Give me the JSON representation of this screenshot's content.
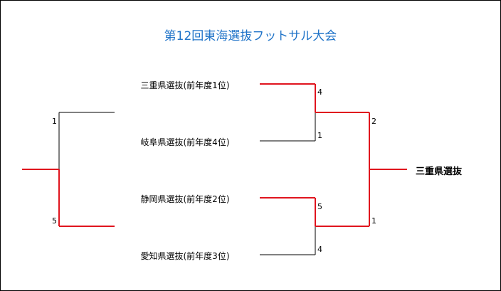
{
  "title": "第12回東海選抜フットサル大会",
  "teams": [
    "三重県選抜(前年度1位)",
    "岐阜県選抜(前年度4位)",
    "静岡県選抜(前年度2位)",
    "愛知県選抜(前年度3位)"
  ],
  "winner": "三重県選抜",
  "scores": {
    "right_semi1_top": "4",
    "right_semi1_bottom": "1",
    "right_semi2_top": "5",
    "right_semi2_bottom": "4",
    "right_final_top": "2",
    "right_final_bottom": "1",
    "left_final_top": "1",
    "left_final_bottom": "5"
  },
  "colors": {
    "title": "#1f73c8",
    "win_line": "#e0141e",
    "line": "#000000"
  }
}
